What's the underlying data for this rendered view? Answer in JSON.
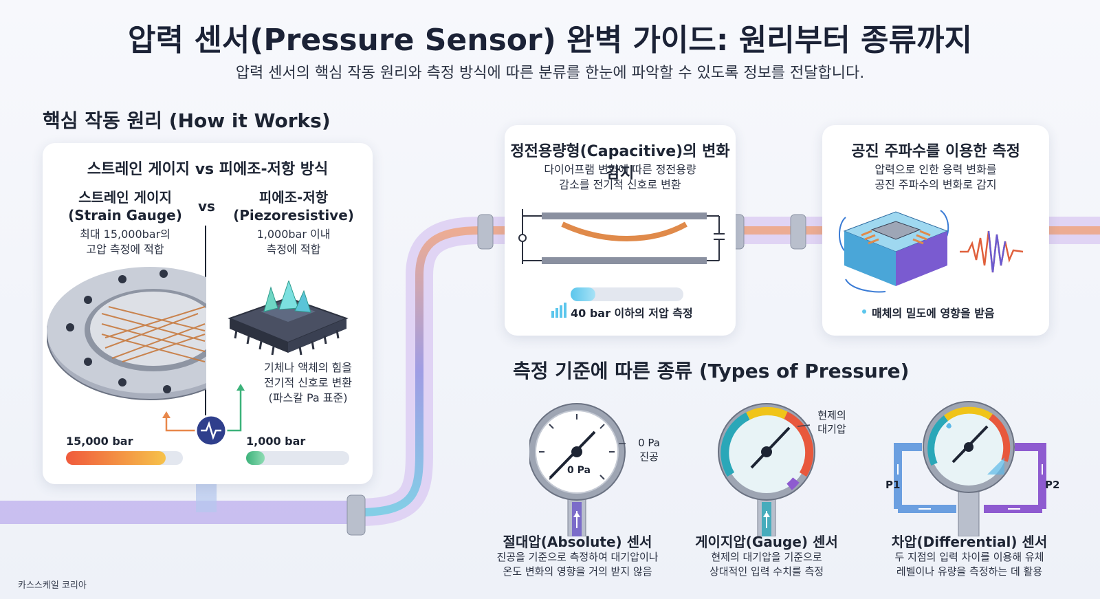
{
  "header": {
    "title": "압력 센서(Pressure Sensor) 완벽 가이드: 원리부터 종류까지",
    "subtitle": "압력 센서의 핵심 작동 원리와 측정 방식에 따른 분류를 한눈에 파악할 수 있도록 정보를 전달합니다."
  },
  "principles": {
    "heading": "핵심 작동 원리 (How it Works)",
    "strain_card": {
      "title": "스트레인 게이지 vs 피에조-저항 방식",
      "vs": "vs",
      "left": {
        "name_ko": "스트레인 게이지",
        "name_en": "(Strain Gauge)",
        "desc1": "최대 15,000bar의",
        "desc2": "고압 측정에 적합",
        "bar_label": "15,000 bar",
        "bar_level": 0.85,
        "bar_color": "#f05a3c"
      },
      "right": {
        "name_ko": "피에조-저항",
        "name_en": "(Piezoresistive)",
        "desc1": "1,000bar 이내",
        "desc2": "측정에 적합",
        "bar_label": "1,000 bar",
        "bar_level": 0.18,
        "bar_color": "#3cb27a"
      },
      "signal_note1": "기체나 액체의 힘을",
      "signal_note2": "전기적 신호로 변환",
      "signal_note3": "(파스칼 Pa 표준)"
    },
    "capacitive_card": {
      "title": "정전용량형(Capacitive)의 변화 감지",
      "desc1": "다이어프램 변형에 따른 정전용량",
      "desc2": "감소를 전기적 신호로 변환",
      "note": "40 bar 이하의 저압 측정",
      "bar_level": 0.22,
      "bar_color": "#5bc6ec"
    },
    "resonant_card": {
      "title": "공진 주파수를 이용한 측정",
      "desc1": "압력으로 인한 응력 변화를",
      "desc2": "공진 주파수의 변화로 감지",
      "note": "매체의 밀도에 영향을 받음"
    }
  },
  "types": {
    "heading": "측정 기준에 따른 종류 (Types of Pressure)",
    "items": [
      {
        "title": "절대압(Absolute) 센서",
        "desc1": "진공을 기준으로 측정하여 대기압이나",
        "desc2": "온도 변화의 영향을 거의 받지 않음",
        "dial_label": "0 Pa",
        "callout1": "0 Pa",
        "callout2": "진공"
      },
      {
        "title": "게이지압(Gauge) 센서",
        "desc1": "현제의 대기압을 기준으로",
        "desc2": "상대적인 입력 수치를 측정",
        "callout1": "현제의",
        "callout2": "대기압"
      },
      {
        "title": "차압(Differential) 센서",
        "desc1": "두 지점의 입력 차이를 이용해 유체",
        "desc2": "레벨이나 유량을 측정하는 데 활용",
        "p1": "P1",
        "p2": "P2"
      }
    ]
  },
  "footer": {
    "credit": "카스스케일 코리아"
  },
  "colors": {
    "pipe_gradient": [
      "#f0a27a",
      "#6ccde3",
      "#7b5bd6"
    ],
    "dial_gauge": [
      "#2aa7b8",
      "#f0c419",
      "#e8583c",
      "#8e5bd0"
    ]
  },
  "icons": [
    "gauge-icon",
    "pulse-icon",
    "chip-icon",
    "diaphragm-icon",
    "wave-icon",
    "bar-chart-icon"
  ]
}
